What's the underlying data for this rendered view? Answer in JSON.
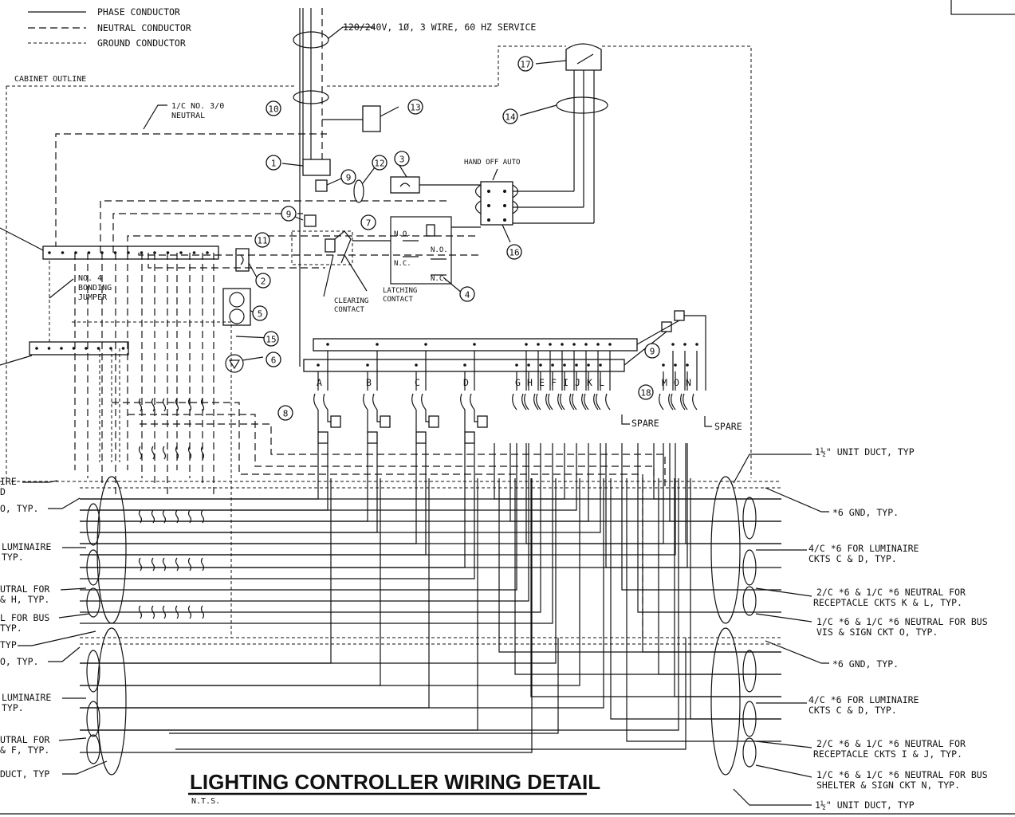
{
  "legend": {
    "phase": "PHASE CONDUCTOR",
    "neutral": "NEUTRAL CONDUCTOR",
    "ground": "GROUND CONDUCTOR"
  },
  "labels": {
    "service": "120/240V, 1Ø, 3 WIRE, 60 HZ SERVICE",
    "cabinet": "CABINET OUTLINE",
    "neutral_line1": "1/C NO. 3/0",
    "neutral_line2": "NEUTRAL",
    "bonding1": "NO. 4",
    "bonding2": "BONDING",
    "bonding3": "JUMPER",
    "hand_off_auto": "HAND  OFF  AUTO",
    "clearing1": "CLEARING",
    "clearing2": "CONTACT",
    "latching1": "LATCHING",
    "latching2": "CONTACT",
    "no": "N.O.",
    "nc": "N.C.",
    "spare1": "SPARE",
    "spare2": "SPARE"
  },
  "breakers": [
    "A",
    "B",
    "C",
    "D",
    "G",
    "H",
    "E",
    "F",
    "I",
    "J",
    "K",
    "L",
    "M",
    "O",
    "N"
  ],
  "callouts": [
    "1",
    "2",
    "3",
    "4",
    "5",
    "6",
    "7",
    "8",
    "9",
    "9",
    "9",
    "10",
    "11",
    "12",
    "13",
    "14",
    "15",
    "16",
    "17",
    "18"
  ],
  "right_notes": {
    "duct_top": "1½\" UNIT DUCT, TYP",
    "gnd_top": "*6 GND, TYP.",
    "lum_top1": "4/C *6 FOR LUMINAIRE",
    "lum_top2": "CKTS C & D, TYP.",
    "rec_top1": "2/C *6 & 1/C *6 NEUTRAL FOR",
    "rec_top2": "RECEPTACLE CKTS K & L, TYP.",
    "bus_top1": "1/C *6 & 1/C *6 NEUTRAL FOR BUS",
    "bus_top2": "VIS & SIGN CKT O, TYP.",
    "gnd_bot": "*6 GND, TYP.",
    "lum_bot1": "4/C *6 FOR LUMINAIRE",
    "lum_bot2": "CKTS C & D, TYP.",
    "rec_bot1": "2/C *6 & 1/C *6 NEUTRAL FOR",
    "rec_bot2": "RECEPTACLE CKTS I & J, TYP.",
    "bus_bot1": "1/C *6 & 1/C *6 NEUTRAL FOR BUS",
    "bus_bot2": "SHELTER & SIGN CKT N, TYP.",
    "duct_bot": "1½\" UNIT DUCT, TYP"
  },
  "left_notes": {
    "n1a": "IRE",
    "n1b": "D",
    "n2": "O, TYP.",
    "n3a": "LUMINAIRE",
    "n3b": "TYP.",
    "n4a": "UTRAL FOR",
    "n4b": "& H, TYP.",
    "n5a": "L FOR BUS",
    "n5b": "TYP.",
    "n6": "TYP",
    "n7": "O, TYP.",
    "n8a": "LUMINAIRE",
    "n8b": "TYP.",
    "n9a": "UTRAL FOR",
    "n9b": "& F, TYP.",
    "n10": "DUCT, TYP"
  },
  "title": {
    "main": "LIGHTING CONTROLLER WIRING DETAIL",
    "sub": "N.T.S."
  }
}
